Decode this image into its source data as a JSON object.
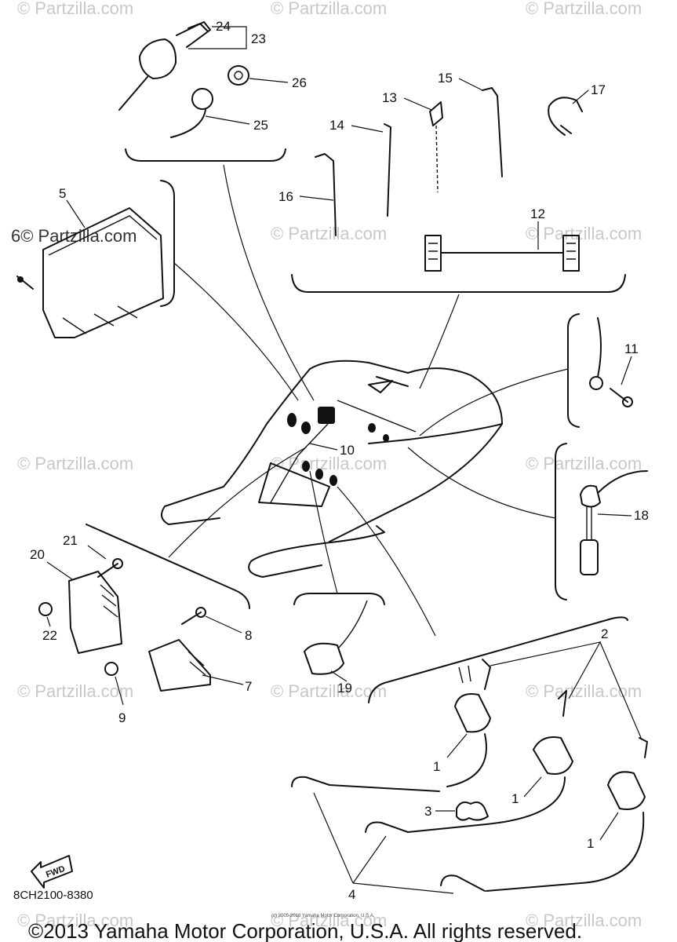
{
  "watermarks": [
    "© Partzilla.com",
    "© Partzilla.com",
    "© Partzilla.com",
    "© Partzilla.com",
    "© Partzilla.com",
    "© Partzilla.com",
    "© Partzilla.com",
    "© Partzilla.com",
    "© Partzilla.com",
    "© Partzilla.com",
    "© Partzilla.com",
    "© Partzilla.com",
    "© Partzilla.com",
    "© Partzilla.com"
  ],
  "dark_watermark": "6© Partzilla.com",
  "callouts": {
    "c1a": "1",
    "c1b": "1",
    "c1c": "1",
    "c2": "2",
    "c3": "3",
    "c4": "4",
    "c5": "5",
    "c7": "7",
    "c8": "8",
    "c9": "9",
    "c10": "10",
    "c11": "11",
    "c12": "12",
    "c13": "13",
    "c14": "14",
    "c15": "15",
    "c16": "16",
    "c17": "17",
    "c18": "18",
    "c19": "19",
    "c20": "20",
    "c21": "21",
    "c22": "22",
    "c23": "23",
    "c24": "24",
    "c25": "25",
    "c26": "26"
  },
  "fwd_label": "FWD",
  "diagram_code": "8CH2100-8380",
  "small_copyright": "(c) 2005-2016 Yamaha Motor Corporation, U.S.A.",
  "copyright": "©2013 Yamaha Motor Corporation, U.S.A. All rights reserved."
}
